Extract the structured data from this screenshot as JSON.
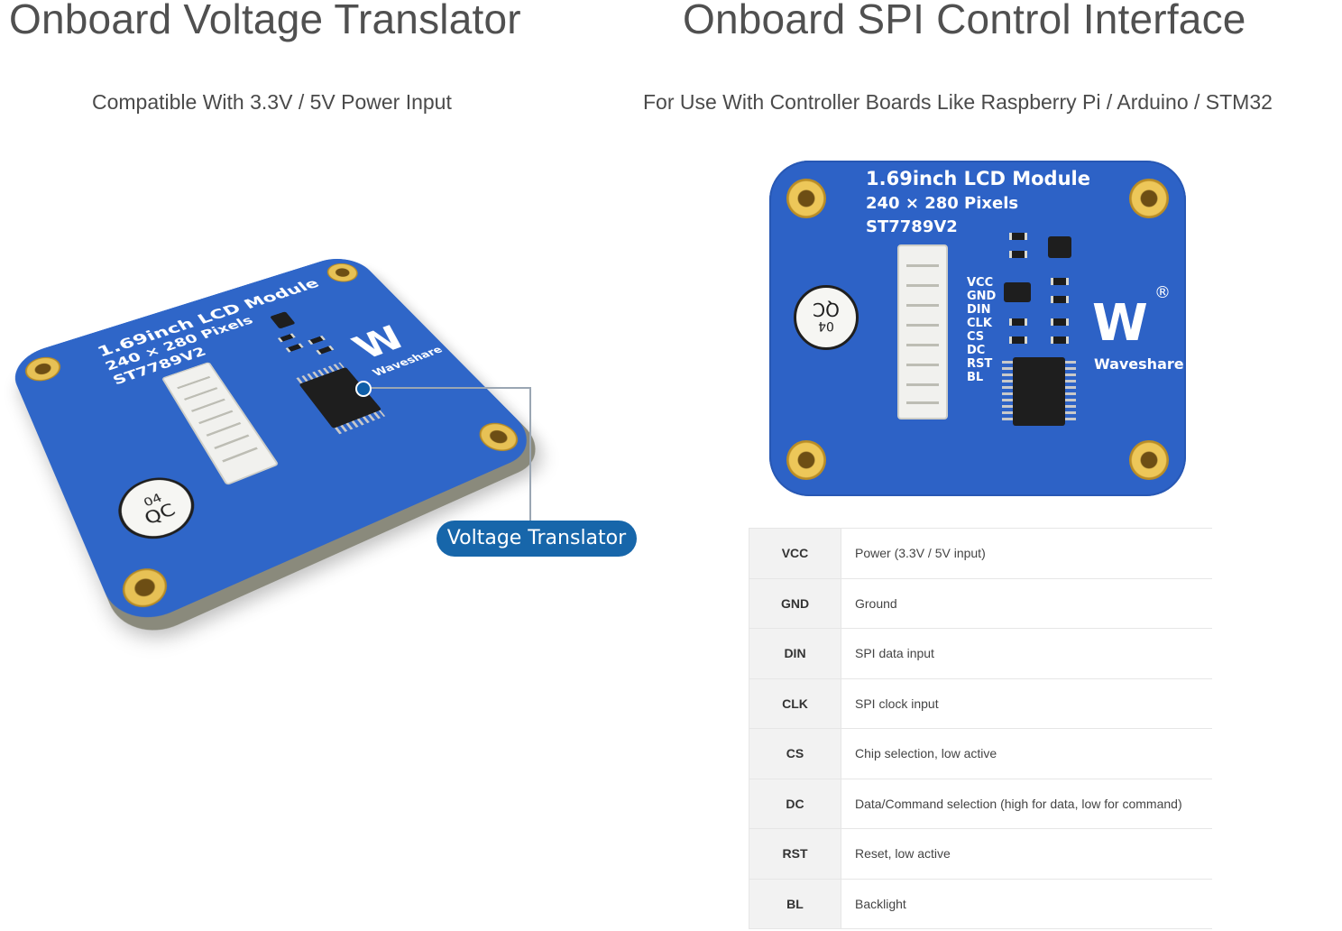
{
  "left": {
    "title": "Onboard Voltage Translator",
    "subtitle": "Compatible With 3.3V / 5V Power Input",
    "callout": "Voltage Translator"
  },
  "right": {
    "title": "Onboard SPI Control Interface",
    "subtitle": "For Use With Controller Boards Like Raspberry Pi / Arduino / STM32"
  },
  "board": {
    "name": "1.69inch LCD Module",
    "resolution": "240 × 280 Pixels",
    "driver": "ST7789V2",
    "brand": "Waveshare",
    "logo_mark": "W",
    "registered": "®",
    "qc_top": "QC",
    "qc_bottom": "04",
    "pin_labels": [
      "VCC",
      "GND",
      "DIN",
      "CLK",
      "CS",
      "DC",
      "RST",
      "BL"
    ],
    "left_label_name": "1.69inch LCD Module",
    "left_label_res": "240 × 280 Pixels",
    "left_label_driver": "ST7789V2",
    "board_color": "#2d62c6"
  },
  "pin_table": [
    {
      "pin": "VCC",
      "desc": "Power (3.3V / 5V input)"
    },
    {
      "pin": "GND",
      "desc": "Ground"
    },
    {
      "pin": "DIN",
      "desc": "SPI data input"
    },
    {
      "pin": "CLK",
      "desc": "SPI clock input"
    },
    {
      "pin": "CS",
      "desc": "Chip selection, low active"
    },
    {
      "pin": "DC",
      "desc": "Data/Command selection (high for data, low for command)"
    },
    {
      "pin": "RST",
      "desc": "Reset, low active"
    },
    {
      "pin": "BL",
      "desc": "Backlight"
    }
  ]
}
